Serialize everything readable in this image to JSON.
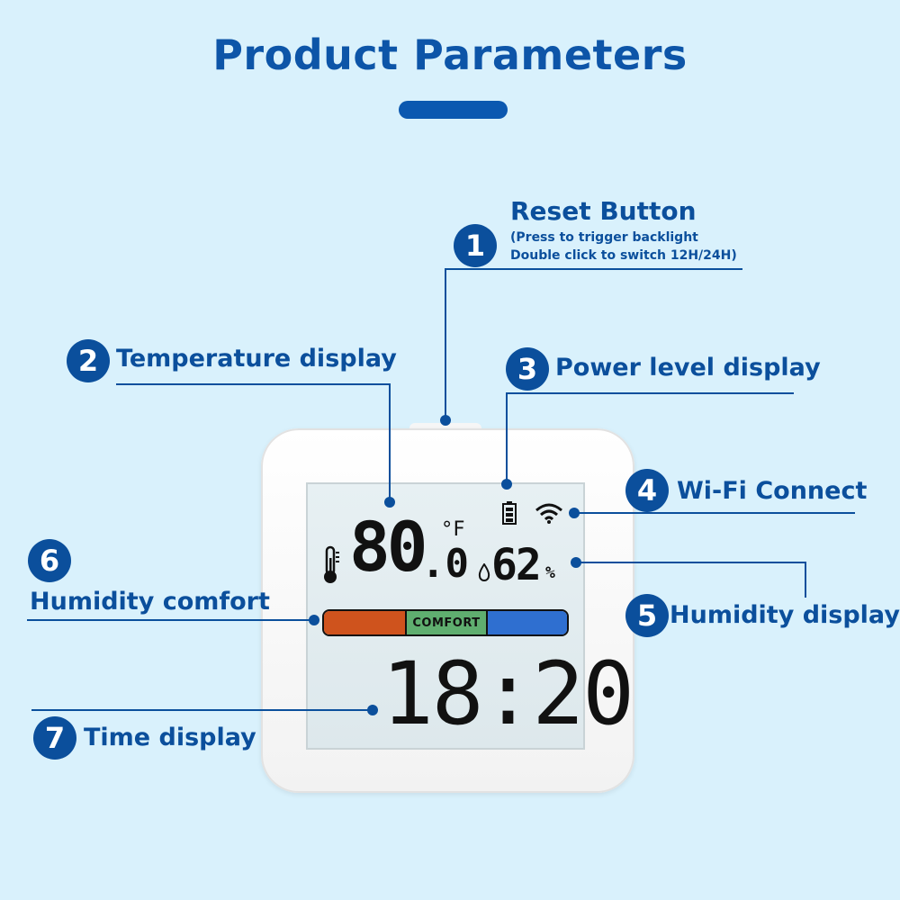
{
  "title": "Product Parameters",
  "callouts": [
    {
      "number": "1",
      "label": "Reset Button",
      "sub_lines": [
        "(Press to trigger backlight",
        "Double click to switch 12H/24H)"
      ]
    },
    {
      "number": "2",
      "label": "Temperature display"
    },
    {
      "number": "3",
      "label": "Power level display"
    },
    {
      "number": "4",
      "label": "Wi-Fi Connect"
    },
    {
      "number": "5",
      "label": "Humidity display"
    },
    {
      "number": "6",
      "label": "Humidity comfort"
    },
    {
      "number": "7",
      "label": "Time display"
    }
  ],
  "display": {
    "temperature": "80",
    "temperature_decimal": ".0",
    "temperature_unit": "°F",
    "humidity": "62",
    "humidity_unit": "%",
    "comfort_label": "COMFORT",
    "time": "18:20"
  },
  "icons": [
    "thermometer-icon",
    "battery-icon",
    "wifi-icon",
    "droplet-icon"
  ],
  "colors": {
    "accent": "#0b4f9c",
    "background": "#d9f1fc",
    "comfort_dry": "#cf531d",
    "comfort_ok": "#5fae6f",
    "comfort_wet": "#2f6fd0"
  }
}
